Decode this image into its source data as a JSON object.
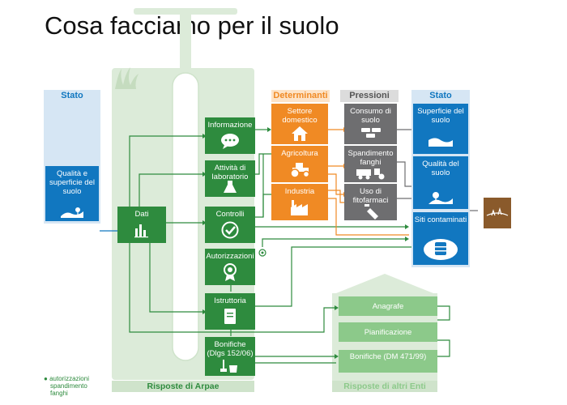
{
  "title": "Cosa facciamo per il suolo",
  "headers": {
    "stato_left": "Stato",
    "determinanti": "Determinanti",
    "pressioni": "Pressioni",
    "stato_right": "Stato"
  },
  "stato_left_box": "Qualità e superficie del suolo",
  "arpae_boxes": {
    "dati": "Dati",
    "informazione": "Informazione",
    "attivita": "Attività di laboratorio",
    "controlli": "Controlli",
    "autorizzazioni": "Autorizzazioni",
    "istruttoria": "Istruttoria",
    "bonifiche": "Bonifiche (Dlgs 152/06)"
  },
  "determinanti_boxes": {
    "settore": "Settore domestico",
    "agricoltura": "Agricoltura",
    "industria": "Industria"
  },
  "pressioni_boxes": {
    "consumo": "Consumo di suolo",
    "spandimento": "Spandimento fanghi",
    "uso": "Uso di fitofarmaci"
  },
  "stato_right_boxes": {
    "superficie": "Superficie del suolo",
    "qualita": "Qualità del suolo",
    "siti": "Siti contaminati"
  },
  "altri_enti_boxes": {
    "anagrafe": "Anagrafe",
    "pianificazione": "Pianificazione",
    "bonifiche": "Bonifiche (DM 471/99)"
  },
  "footer": {
    "arpae": "Risposte di Arpae",
    "altri": "Risposte di altri Enti"
  },
  "legend": {
    "line1": "autorizzazioni",
    "line2": "spandimento",
    "line3": "fanghi"
  },
  "colors": {
    "green": "#2e8b3e",
    "orange": "#f08a24",
    "gray": "#6e6e70",
    "blue": "#1177c0",
    "light_green": "#8cc98a",
    "pale_green": "#dcebd9",
    "brown": "#8a5a2b"
  }
}
